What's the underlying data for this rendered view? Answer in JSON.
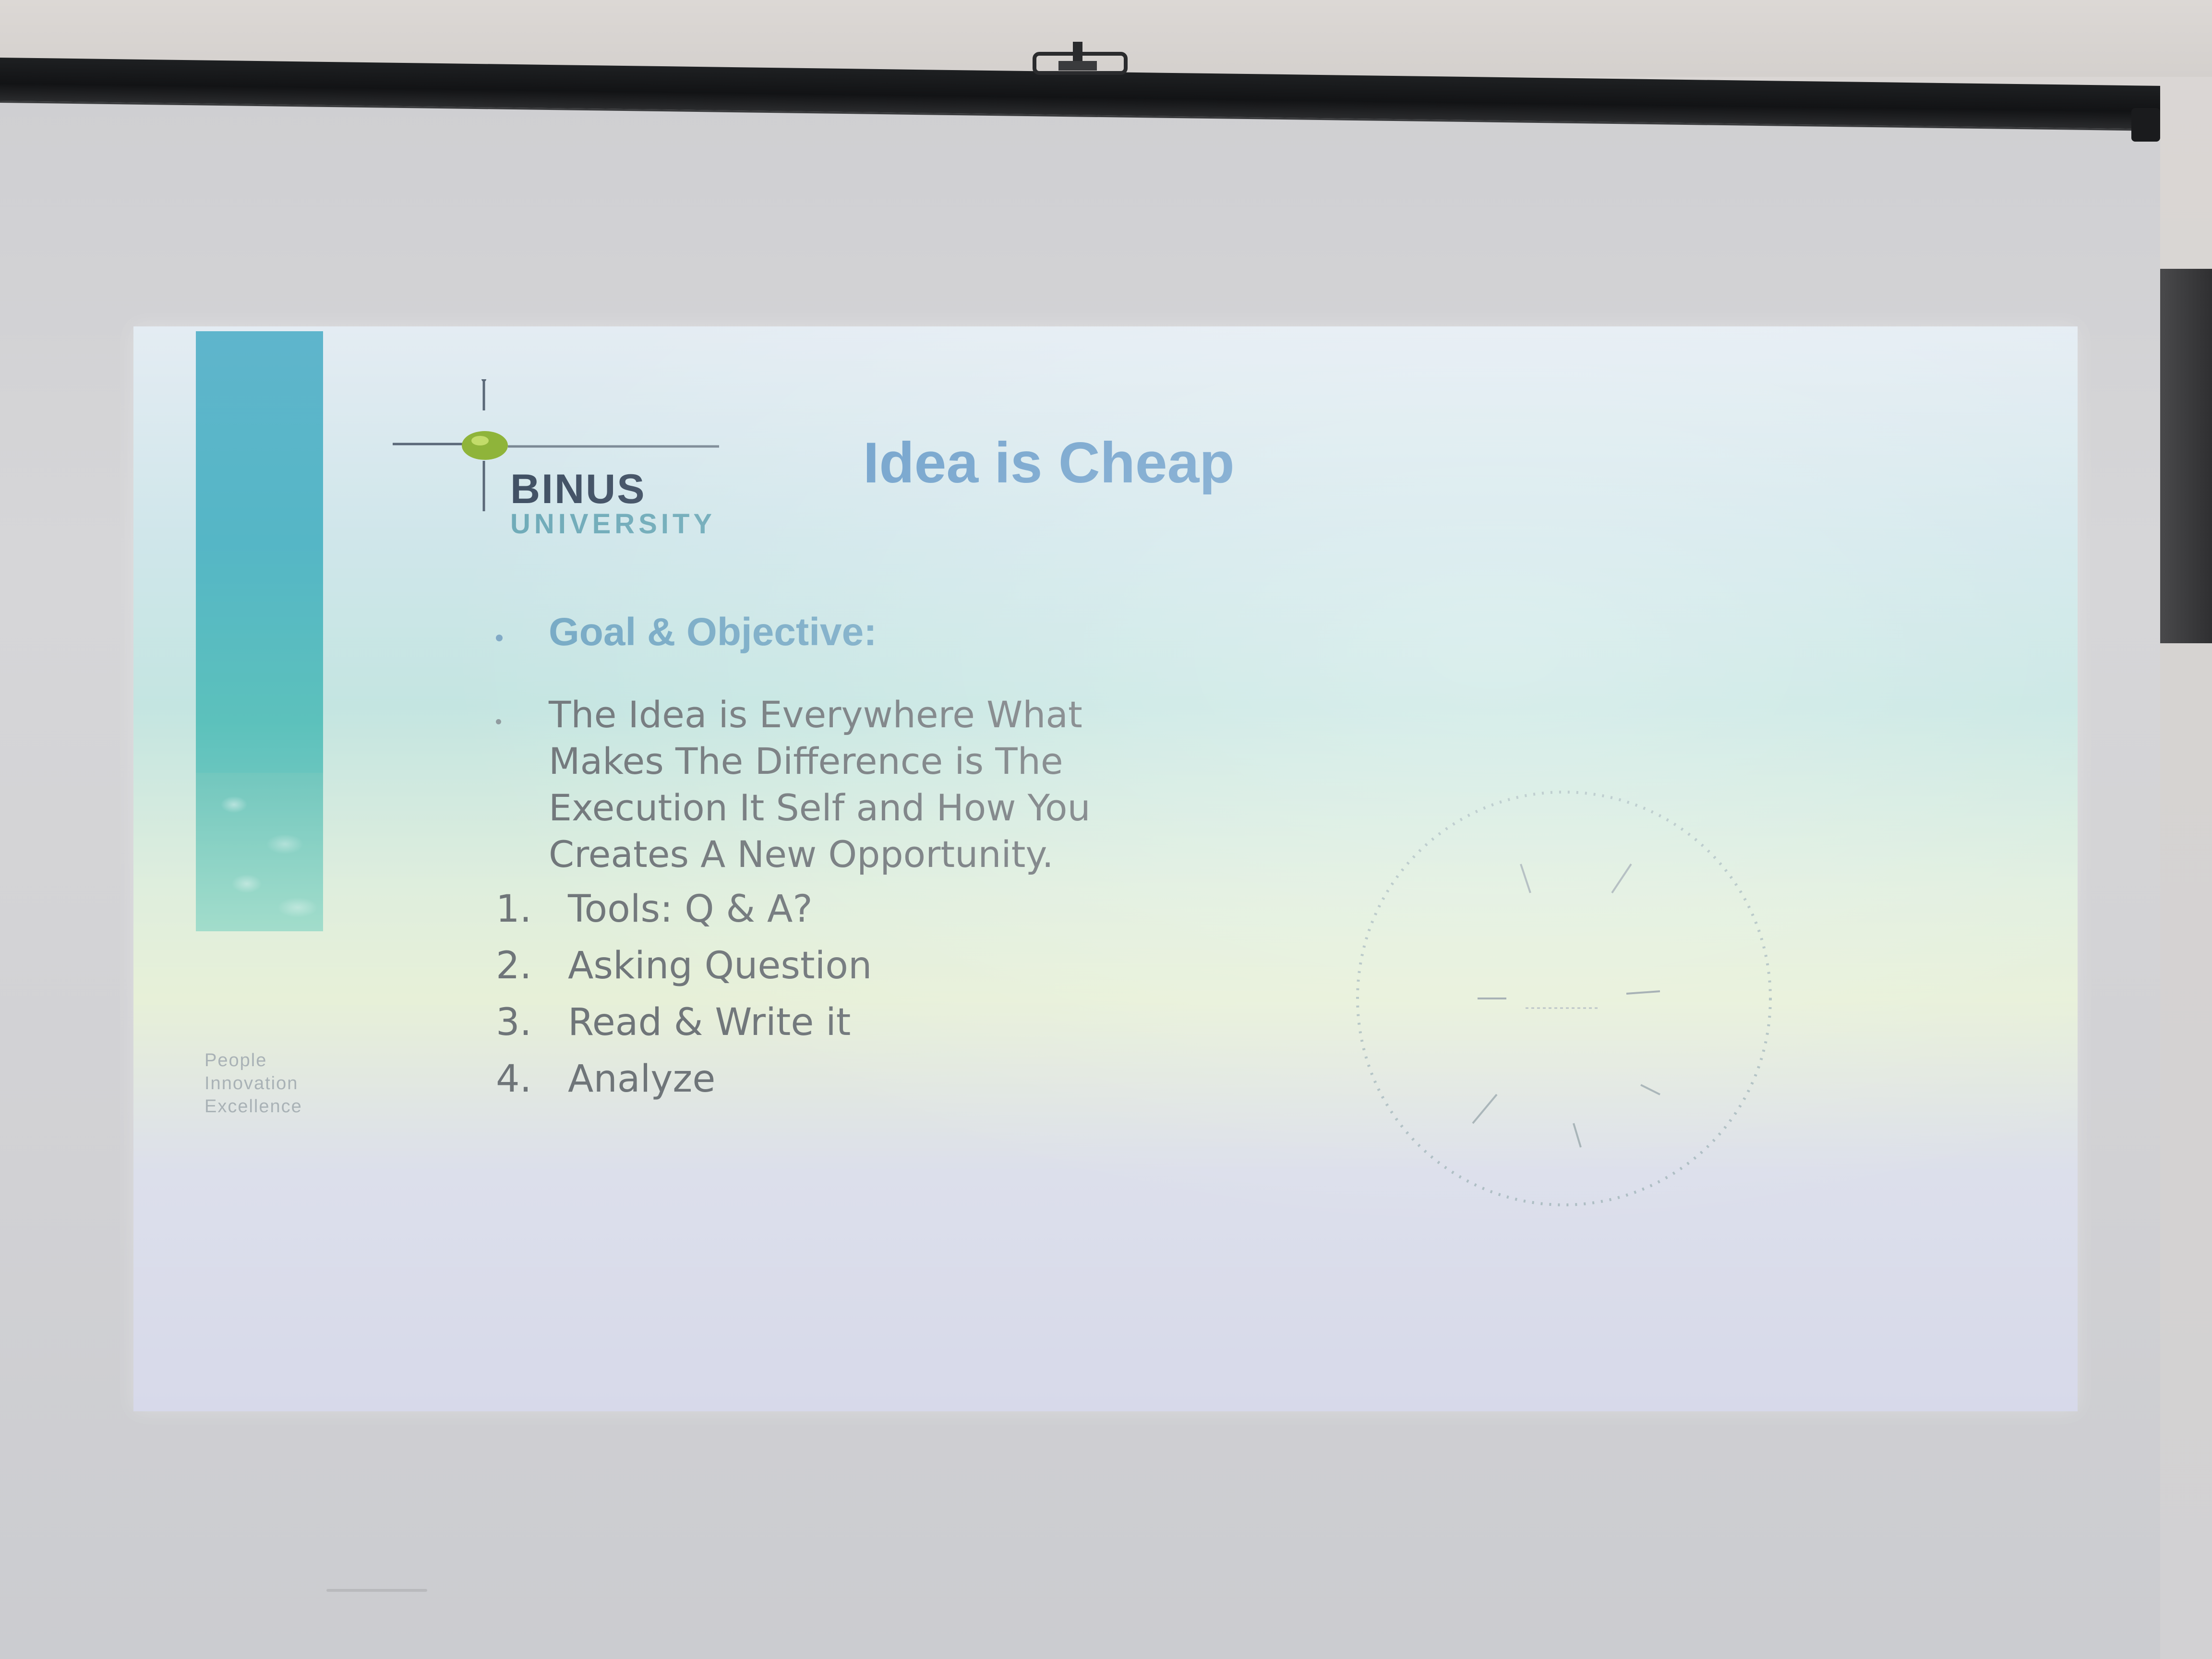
{
  "slide": {
    "title": "Idea is Cheap",
    "logo": {
      "name": "BINUS",
      "subname": "UNIVERSITY"
    },
    "tagline": [
      "People",
      "Innovation",
      "Excellence"
    ],
    "heading": "Goal & Objective:",
    "paragraph": "The Idea is Everywhere What Makes The Difference is The Execution It Self and How You Creates A New Opportunity.",
    "steps": [
      {
        "num": "1.",
        "text": "Tools: Q & A?"
      },
      {
        "num": "2.",
        "text": "Asking Question"
      },
      {
        "num": "3.",
        "text": "Read & Write it"
      },
      {
        "num": "4.",
        "text": "Analyze"
      }
    ]
  },
  "colors": {
    "title": "#6a9dc9",
    "heading": "#74a8c4",
    "side_band": "#55b6c6",
    "logo_text": "#3f4f63",
    "logo_sub": "#6eaab8"
  },
  "icons": [
    "projector-mount-icon",
    "binus-crosshair-logo-icon",
    "dotted-circle-diagram-icon"
  ]
}
